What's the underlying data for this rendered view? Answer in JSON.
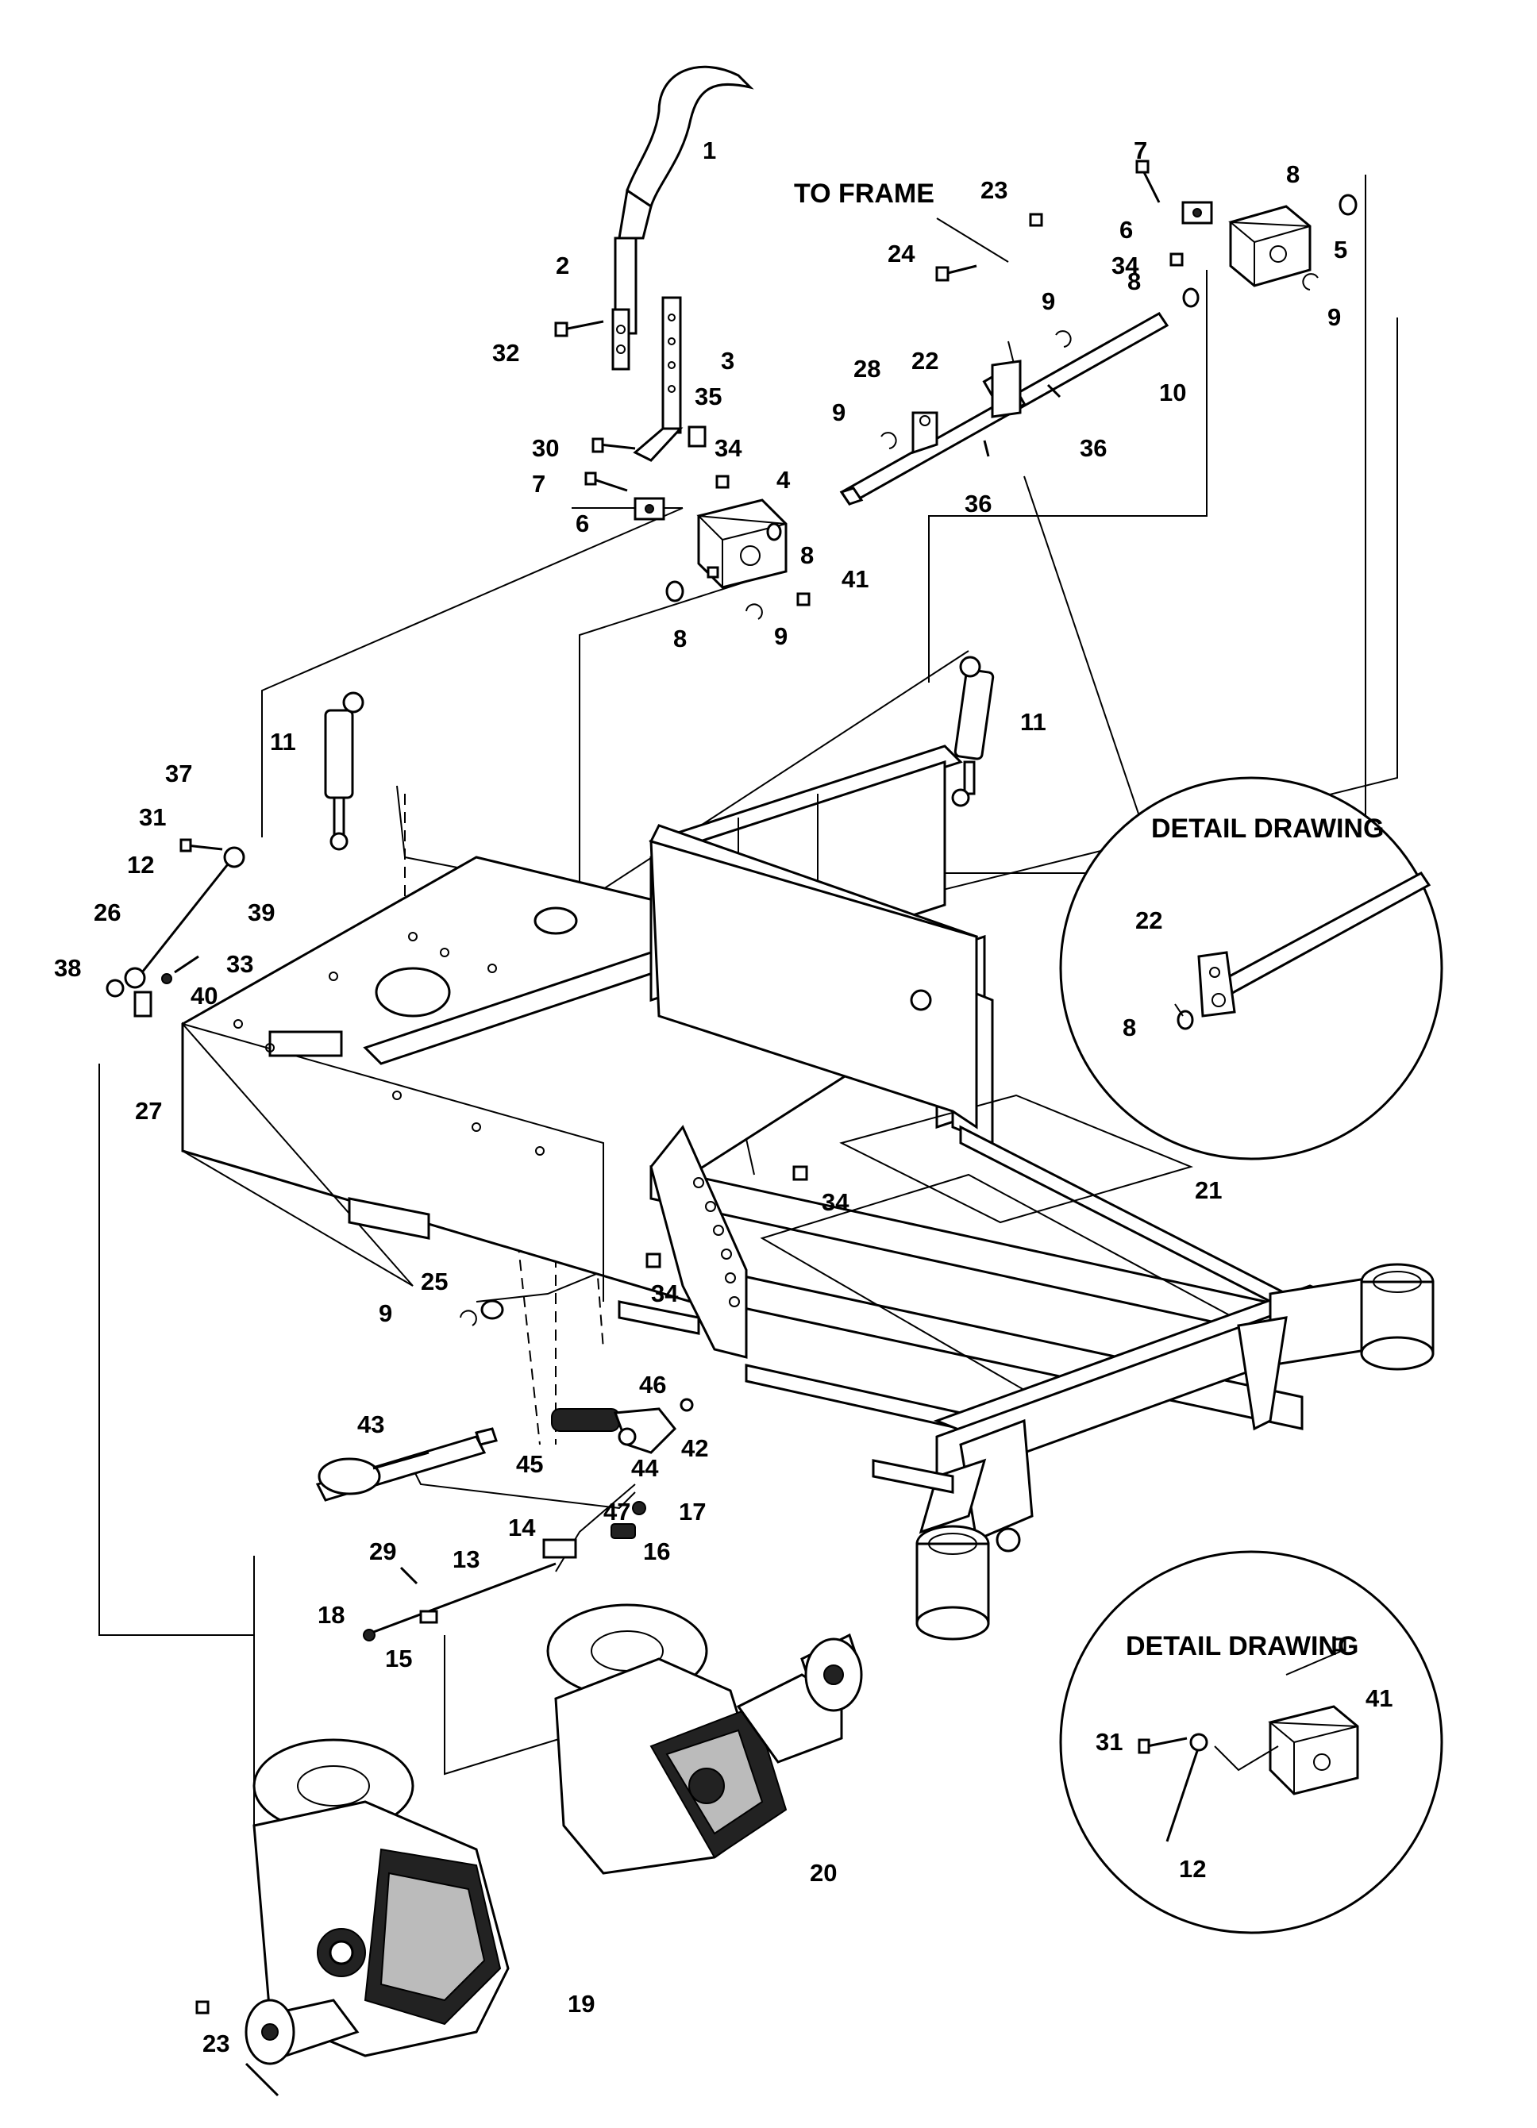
{
  "callouts": {
    "to_frame": "TO FRAME",
    "detail_top": "DETAIL DRAWING",
    "detail_bottom": "DETAIL DRAWING"
  },
  "part_numbers": {
    "p1": "1",
    "p2": "2",
    "p3": "3",
    "p4": "4",
    "p5": "5",
    "p6": "6",
    "p7": "7",
    "p8": "8",
    "p9": "9",
    "p10": "10",
    "p11": "11",
    "p12": "12",
    "p13": "13",
    "p14": "14",
    "p15": "15",
    "p16": "16",
    "p17": "17",
    "p18": "18",
    "p19": "19",
    "p20": "20",
    "p21": "21",
    "p22": "22",
    "p23": "23",
    "p24": "24",
    "p25": "25",
    "p26": "26",
    "p27": "27",
    "p28": "28",
    "p29": "29",
    "p30": "30",
    "p31": "31",
    "p32": "32",
    "p33": "33",
    "p34": "34",
    "p35": "35",
    "p36": "36",
    "p37": "37",
    "p38": "38",
    "p39": "39",
    "p40": "40",
    "p41": "41",
    "p42": "42",
    "p43": "43",
    "p44": "44",
    "p45": "45",
    "p46": "46",
    "p47": "47"
  }
}
